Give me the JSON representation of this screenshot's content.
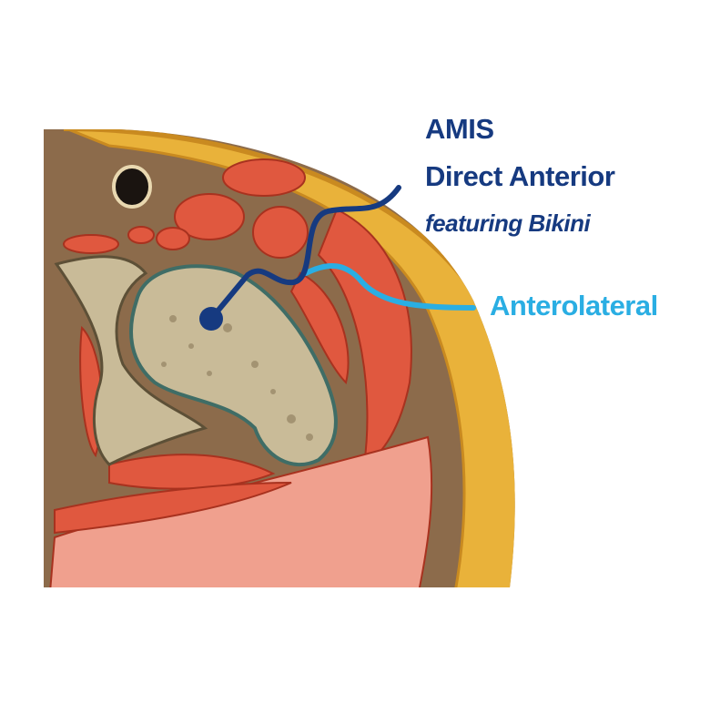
{
  "labels": {
    "amis": "AMIS",
    "direct_anterior": "Direct Anterior",
    "bikini": "featuring Bikini",
    "anterolateral": "Anterolateral"
  },
  "colors": {
    "dark_blue": "#163a80",
    "light_blue": "#2aaee3",
    "muscle": "#e0583f",
    "fat": "#e9b23a",
    "bone": "#c9bb98",
    "background_tissue": "#8c6b4b"
  },
  "icons": {
    "approach_start": "dot-marker"
  }
}
